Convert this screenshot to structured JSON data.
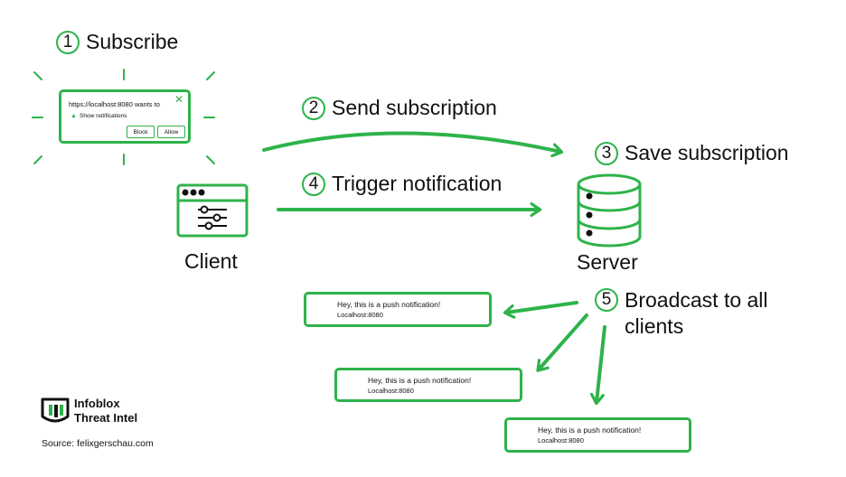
{
  "steps": [
    {
      "num": "1",
      "label": "Subscribe"
    },
    {
      "num": "2",
      "label": "Send subscription"
    },
    {
      "num": "3",
      "label": "Save subscription"
    },
    {
      "num": "4",
      "label": "Trigger notification"
    },
    {
      "num": "5",
      "label": "Broadcast to all clients"
    }
  ],
  "popup": {
    "url_text": "https://localhost:8080 wants to",
    "show_text": "Show notifications",
    "block_label": "Block",
    "allow_label": "Allow",
    "close_icon": "close-icon",
    "bell_icon": "bell-icon"
  },
  "client_label": "Client",
  "server_label": "Server",
  "notification": {
    "title": "Hey, this is a push notification!",
    "subtitle": "Localhost:8080",
    "icon": "globe-icon"
  },
  "brand": {
    "line1": "Infoblox",
    "line2": "Threat Intel",
    "icon": "infoblox-logo-icon"
  },
  "source": "Source: felixgerschau.com",
  "colors": {
    "accent": "#2eb34a",
    "text": "#111111",
    "background": "#ffffff"
  }
}
